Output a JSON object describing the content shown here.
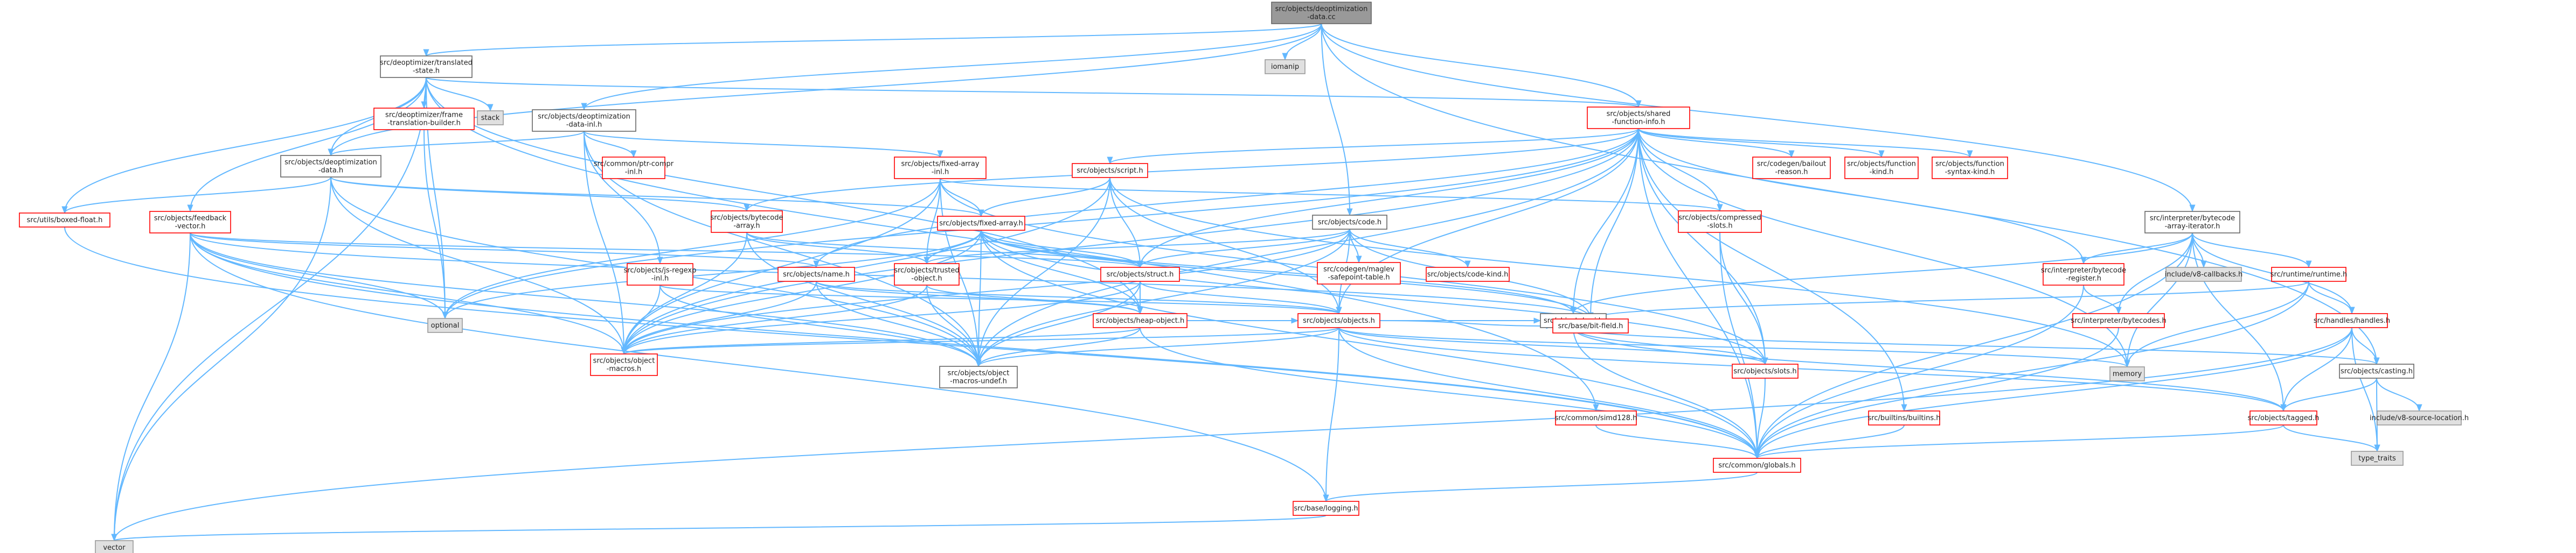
{
  "colors": {
    "edge": "#63b8ff",
    "root_fill": "#999999",
    "root_border": "#666666",
    "normal_fill": "#ffffff",
    "normal_border": "#666666",
    "linked_border": "#ff0000",
    "system_fill": "#e0e0e0",
    "system_border": "#999999"
  },
  "nodes": [
    {
      "id": "root",
      "lines": [
        "src/objects/deoptimization",
        "-data.cc"
      ],
      "style": "root"
    },
    {
      "id": "translated",
      "lines": [
        "src/deoptimizer/translated",
        "-state.h"
      ],
      "style": "normal"
    },
    {
      "id": "oshared",
      "lines": [
        "src/objects/shared",
        "-function-info.h"
      ],
      "style": "linked"
    },
    {
      "id": "iter",
      "lines": [
        "src/interpreter/bytecode",
        "-array-iterator.h"
      ],
      "style": "normal"
    },
    {
      "id": "ocode",
      "lines": [
        "src/objects/code.h"
      ],
      "style": "normal"
    },
    {
      "id": "ddatainl",
      "lines": [
        "src/objects/deoptimization",
        "-data-inl.h"
      ],
      "style": "normal"
    },
    {
      "id": "ddata",
      "lines": [
        "src/objects/deoptimization",
        "-data.h"
      ],
      "style": "normal"
    },
    {
      "id": "iomanip",
      "lines": [
        "iomanip"
      ],
      "style": "system"
    },
    {
      "id": "stack",
      "lines": [
        "stack"
      ],
      "style": "system"
    },
    {
      "id": "framebuilder",
      "lines": [
        "src/deoptimizer/frame",
        "-translation-builder.h"
      ],
      "style": "linked"
    },
    {
      "id": "boxedfloat",
      "lines": [
        "src/utils/boxed-float.h"
      ],
      "style": "linked"
    },
    {
      "id": "feedback",
      "lines": [
        "src/objects/feedback",
        "-vector.h"
      ],
      "style": "linked"
    },
    {
      "id": "ptrcompr",
      "lines": [
        "src/common/ptr-compr",
        "-inl.h"
      ],
      "style": "linked"
    },
    {
      "id": "fixedinl",
      "lines": [
        "src/objects/fixed-array",
        "-inl.h"
      ],
      "style": "linked"
    },
    {
      "id": "script",
      "lines": [
        "src/objects/script.h"
      ],
      "style": "linked"
    },
    {
      "id": "fixed",
      "lines": [
        "src/objects/fixed-array.h"
      ],
      "style": "linked"
    },
    {
      "id": "bytecode",
      "lines": [
        "src/objects/bytecode",
        "-array.h"
      ],
      "style": "linked"
    },
    {
      "id": "regexp",
      "lines": [
        "src/objects/js-regexp",
        "-inl.h"
      ],
      "style": "linked"
    },
    {
      "id": "name",
      "lines": [
        "src/objects/name.h"
      ],
      "style": "linked"
    },
    {
      "id": "trusted",
      "lines": [
        "src/objects/trusted",
        "-object.h"
      ],
      "style": "linked"
    },
    {
      "id": "struct",
      "lines": [
        "src/objects/struct.h"
      ],
      "style": "linked"
    },
    {
      "id": "heapobj",
      "lines": [
        "src/objects/heap-object.h"
      ],
      "style": "linked"
    },
    {
      "id": "objects",
      "lines": [
        "src/objects/objects.h"
      ],
      "style": "linked"
    },
    {
      "id": "smi",
      "lines": [
        "src/objects/smi.h"
      ],
      "style": "normal"
    },
    {
      "id": "macros",
      "lines": [
        "src/objects/object",
        "-macros.h"
      ],
      "style": "linked"
    },
    {
      "id": "undef",
      "lines": [
        "src/objects/object",
        "-macros-undef.h"
      ],
      "style": "normal"
    },
    {
      "id": "optional",
      "lines": [
        "optional"
      ],
      "style": "system"
    },
    {
      "id": "vector",
      "lines": [
        "vector"
      ],
      "style": "system"
    },
    {
      "id": "bailout",
      "lines": [
        "src/codegen/bailout",
        "-reason.h"
      ],
      "style": "linked"
    },
    {
      "id": "fkind",
      "lines": [
        "src/objects/function",
        "-kind.h"
      ],
      "style": "linked"
    },
    {
      "id": "fsyntax",
      "lines": [
        "src/objects/function",
        "-syntax-kind.h"
      ],
      "style": "linked"
    },
    {
      "id": "compressed",
      "lines": [
        "src/objects/compressed",
        "-slots.h"
      ],
      "style": "linked"
    },
    {
      "id": "maglev",
      "lines": [
        "src/codegen/maglev",
        "-safepoint-table.h"
      ],
      "style": "linked"
    },
    {
      "id": "codekind",
      "lines": [
        "src/objects/code-kind.h"
      ],
      "style": "linked"
    },
    {
      "id": "bitfield",
      "lines": [
        "src/base/bit-field.h"
      ],
      "style": "linked"
    },
    {
      "id": "register",
      "lines": [
        "src/interpreter/bytecode",
        "-register.h"
      ],
      "style": "linked"
    },
    {
      "id": "bytecodes",
      "lines": [
        "src/interpreter/bytecodes.h"
      ],
      "style": "linked"
    },
    {
      "id": "v8callbacks",
      "lines": [
        "include/v8-callbacks.h"
      ],
      "style": "system"
    },
    {
      "id": "runtime",
      "lines": [
        "src/runtime/runtime.h"
      ],
      "style": "linked"
    },
    {
      "id": "handles",
      "lines": [
        "src/handles/handles.h"
      ],
      "style": "linked"
    },
    {
      "id": "memory",
      "lines": [
        "memory"
      ],
      "style": "system"
    },
    {
      "id": "slots",
      "lines": [
        "src/objects/slots.h"
      ],
      "style": "linked"
    },
    {
      "id": "casting",
      "lines": [
        "src/objects/casting.h"
      ],
      "style": "normal"
    },
    {
      "id": "v8source",
      "lines": [
        "include/v8-source-location.h"
      ],
      "style": "system"
    },
    {
      "id": "tagged",
      "lines": [
        "src/objects/tagged.h"
      ],
      "style": "linked"
    },
    {
      "id": "typetraits",
      "lines": [
        "type_traits"
      ],
      "style": "system"
    },
    {
      "id": "simd",
      "lines": [
        "src/common/simd128.h"
      ],
      "style": "linked"
    },
    {
      "id": "builtins",
      "lines": [
        "src/builtins/builtins.h"
      ],
      "style": "linked"
    },
    {
      "id": "globals",
      "lines": [
        "src/common/globals.h"
      ],
      "style": "linked"
    },
    {
      "id": "logging",
      "lines": [
        "src/base/logging.h"
      ],
      "style": "linked"
    }
  ],
  "edges": [
    [
      "root",
      "translated"
    ],
    [
      "root",
      "iomanip"
    ],
    [
      "root",
      "oshared"
    ],
    [
      "root",
      "iter"
    ],
    [
      "root",
      "ocode"
    ],
    [
      "root",
      "ddatainl"
    ],
    [
      "root",
      "ddata"
    ],
    [
      "root",
      "casting"
    ],
    [
      "translated",
      "stack"
    ],
    [
      "translated",
      "framebuilder"
    ],
    [
      "translated",
      "boxedfloat"
    ],
    [
      "translated",
      "feedback"
    ],
    [
      "translated",
      "ddata"
    ],
    [
      "translated",
      "oshared"
    ],
    [
      "translated",
      "optional"
    ],
    [
      "translated",
      "vector"
    ],
    [
      "translated",
      "simd"
    ],
    [
      "translated",
      "heapobj"
    ],
    [
      "framebuilder",
      "optional"
    ],
    [
      "ddatainl",
      "ddata"
    ],
    [
      "ddatainl",
      "ptrcompr"
    ],
    [
      "ddatainl",
      "fixedinl"
    ],
    [
      "ddatainl",
      "regexp"
    ],
    [
      "ddatainl",
      "macros"
    ],
    [
      "ddatainl",
      "undef"
    ],
    [
      "ddata",
      "vector"
    ],
    [
      "ddata",
      "boxedfloat"
    ],
    [
      "ddata",
      "bytecode"
    ],
    [
      "ddata",
      "fixed"
    ],
    [
      "ddata",
      "macros"
    ],
    [
      "ddata",
      "undef"
    ],
    [
      "boxedfloat",
      "globals"
    ],
    [
      "feedback",
      "vector"
    ],
    [
      "feedback",
      "optional"
    ],
    [
      "feedback",
      "name"
    ],
    [
      "feedback",
      "struct"
    ],
    [
      "feedback",
      "macros"
    ],
    [
      "feedback",
      "undef"
    ],
    [
      "feedback",
      "logging"
    ],
    [
      "feedback",
      "globals"
    ],
    [
      "feedback",
      "bitfield"
    ],
    [
      "fixedinl",
      "fixed"
    ],
    [
      "fixedinl",
      "trusted"
    ],
    [
      "fixedinl",
      "optional"
    ],
    [
      "fixedinl",
      "macros"
    ],
    [
      "fixedinl",
      "undef"
    ],
    [
      "fixedinl",
      "compressed"
    ],
    [
      "fixedinl",
      "slots"
    ],
    [
      "oshared",
      "script"
    ],
    [
      "oshared",
      "bailout"
    ],
    [
      "oshared",
      "fkind"
    ],
    [
      "oshared",
      "fsyntax"
    ],
    [
      "oshared",
      "compressed"
    ],
    [
      "oshared",
      "struct"
    ],
    [
      "oshared",
      "name"
    ],
    [
      "oshared",
      "optional"
    ],
    [
      "oshared",
      "macros"
    ],
    [
      "oshared",
      "undef"
    ],
    [
      "oshared",
      "memory"
    ],
    [
      "oshared",
      "builtins"
    ],
    [
      "oshared",
      "register"
    ],
    [
      "oshared",
      "bitfield"
    ],
    [
      "oshared",
      "objects"
    ],
    [
      "oshared",
      "smi"
    ],
    [
      "oshared",
      "globals"
    ],
    [
      "oshared",
      "slots"
    ],
    [
      "oshared",
      "bytecode"
    ],
    [
      "script",
      "fixed"
    ],
    [
      "script",
      "struct"
    ],
    [
      "script",
      "macros"
    ],
    [
      "script",
      "undef"
    ],
    [
      "script",
      "objects"
    ],
    [
      "script",
      "memory"
    ],
    [
      "fixed",
      "trusted"
    ],
    [
      "fixed",
      "struct"
    ],
    [
      "fixed",
      "heapobj"
    ],
    [
      "fixed",
      "smi"
    ],
    [
      "fixed",
      "optional"
    ],
    [
      "fixed",
      "macros"
    ],
    [
      "fixed",
      "undef"
    ],
    [
      "fixed",
      "bitfield"
    ],
    [
      "fixed",
      "globals"
    ],
    [
      "fixed",
      "slots"
    ],
    [
      "bytecode",
      "trusted"
    ],
    [
      "bytecode",
      "struct"
    ],
    [
      "bytecode",
      "macros"
    ],
    [
      "bytecode",
      "undef"
    ],
    [
      "regexp",
      "objects"
    ],
    [
      "regexp",
      "macros"
    ],
    [
      "regexp",
      "undef"
    ],
    [
      "name",
      "heapobj"
    ],
    [
      "name",
      "objects"
    ],
    [
      "name",
      "macros"
    ],
    [
      "name",
      "undef"
    ],
    [
      "trusted",
      "heapobj"
    ],
    [
      "trusted",
      "macros"
    ],
    [
      "trusted",
      "undef"
    ],
    [
      "struct",
      "heapobj"
    ],
    [
      "struct",
      "objects"
    ],
    [
      "struct",
      "macros"
    ],
    [
      "struct",
      "undef"
    ],
    [
      "heapobj",
      "objects"
    ],
    [
      "heapobj",
      "macros"
    ],
    [
      "heapobj",
      "undef"
    ],
    [
      "heapobj",
      "globals"
    ],
    [
      "objects",
      "smi"
    ],
    [
      "objects",
      "macros"
    ],
    [
      "objects",
      "undef"
    ],
    [
      "objects",
      "memory"
    ],
    [
      "objects",
      "slots"
    ],
    [
      "objects",
      "tagged"
    ],
    [
      "objects",
      "logging"
    ],
    [
      "objects",
      "globals"
    ],
    [
      "objects",
      "bitfield"
    ],
    [
      "smi",
      "globals"
    ],
    [
      "smi",
      "tagged"
    ],
    [
      "smi",
      "slots"
    ],
    [
      "smi",
      "casting"
    ],
    [
      "ocode",
      "struct"
    ],
    [
      "ocode",
      "trusted"
    ],
    [
      "ocode",
      "maglev"
    ],
    [
      "ocode",
      "codekind"
    ],
    [
      "ocode",
      "objects"
    ],
    [
      "ocode",
      "macros"
    ],
    [
      "ocode",
      "undef"
    ],
    [
      "ocode",
      "bitfield"
    ],
    [
      "iter",
      "v8callbacks"
    ],
    [
      "iter",
      "runtime"
    ],
    [
      "iter",
      "handles"
    ],
    [
      "iter",
      "register"
    ],
    [
      "iter",
      "bytecodes"
    ],
    [
      "iter",
      "memory"
    ],
    [
      "iter",
      "smi"
    ],
    [
      "iter",
      "tagged"
    ],
    [
      "iter",
      "globals"
    ],
    [
      "runtime",
      "memory"
    ],
    [
      "runtime",
      "handles"
    ],
    [
      "runtime",
      "bitfield"
    ],
    [
      "runtime",
      "globals"
    ],
    [
      "handles",
      "casting"
    ],
    [
      "handles",
      "tagged"
    ],
    [
      "handles",
      "globals"
    ],
    [
      "handles",
      "vector"
    ],
    [
      "handles",
      "typetraits"
    ],
    [
      "register",
      "bytecodes"
    ],
    [
      "register",
      "globals"
    ],
    [
      "bytecodes",
      "globals"
    ],
    [
      "compressed",
      "slots"
    ],
    [
      "compressed",
      "globals"
    ],
    [
      "slots",
      "globals"
    ],
    [
      "casting",
      "v8source"
    ],
    [
      "casting",
      "tagged"
    ],
    [
      "casting",
      "typetraits"
    ],
    [
      "tagged",
      "globals"
    ],
    [
      "tagged",
      "typetraits"
    ],
    [
      "builtins",
      "globals"
    ],
    [
      "simd",
      "globals"
    ],
    [
      "globals",
      "logging"
    ],
    [
      "logging",
      "vector"
    ]
  ]
}
